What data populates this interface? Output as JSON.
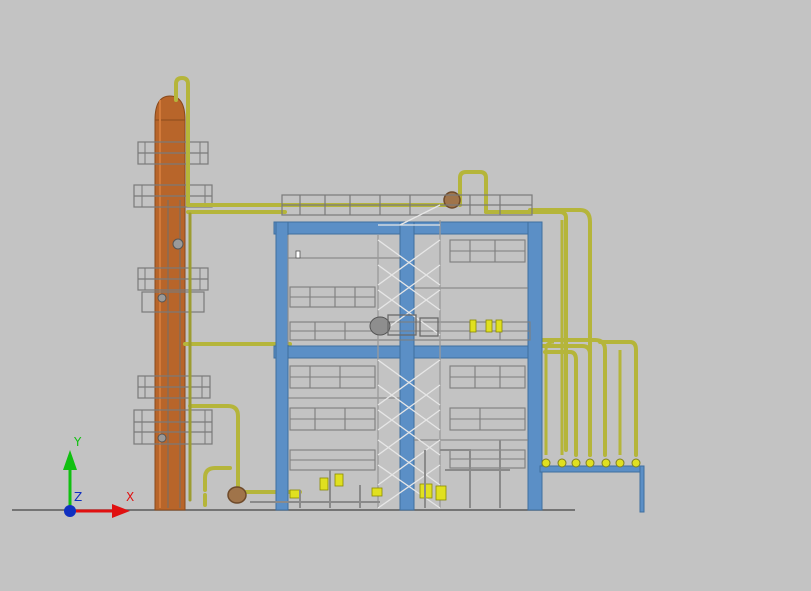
{
  "viewport": {
    "background": "#c3c3c3",
    "model": "distillation-plant-3d-model"
  },
  "ucs": {
    "x_label": "X",
    "y_label": "Y",
    "z_label": "Z",
    "x_color": "#e01010",
    "y_color": "#10c010",
    "z_color": "#1030c0"
  },
  "colors": {
    "column": "#b8652a",
    "column_dark": "#8a4a1c",
    "steel": "#5b8fc6",
    "steel_dark": "#3f6f9f",
    "pipe": "#b5b53a",
    "pipe_dark": "#7f7f20",
    "rail": "#7a7a7a",
    "valve": "#e0e020"
  }
}
